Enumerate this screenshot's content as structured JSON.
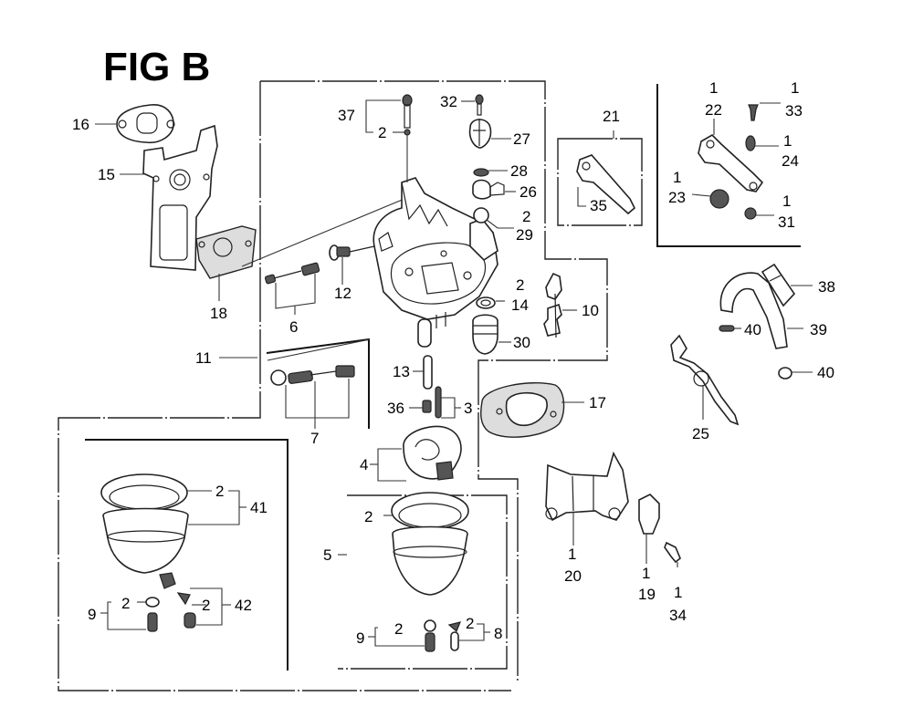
{
  "title": "FIG B",
  "labels": {
    "p16": "16",
    "p15": "15",
    "p18": "18",
    "p11": "11",
    "p6": "6",
    "p12": "12",
    "p7": "7",
    "p37": "37",
    "p37_2": "2",
    "p32": "32",
    "p27": "27",
    "p28": "28",
    "p26": "26",
    "p29_2": "2",
    "p29": "29",
    "p14_2": "2",
    "p14": "14",
    "p30": "30",
    "p10": "10",
    "p13": "13",
    "p36": "36",
    "p3": "3",
    "p17": "17",
    "p4": "4",
    "p21": "21",
    "p35": "35",
    "p22_1": "1",
    "p22": "22",
    "p33_1": "1",
    "p33": "33",
    "p24_1": "1",
    "p24": "24",
    "p23_1": "1",
    "p23": "23",
    "p31_1": "1",
    "p31": "31",
    "p38": "38",
    "p39": "39",
    "p40a": "40",
    "p40b": "40",
    "p25": "25",
    "p41_2": "2",
    "p41": "41",
    "p9a_2": "2",
    "p9a": "9",
    "p42_2": "2",
    "p42": "42",
    "p5_2": "2",
    "p5": "5",
    "p9b_2": "2",
    "p9b": "9",
    "p8_2": "2",
    "p8": "8",
    "p20_1": "1",
    "p20": "20",
    "p19_1": "1",
    "p19": "19",
    "p34_1": "1",
    "p34": "34"
  }
}
